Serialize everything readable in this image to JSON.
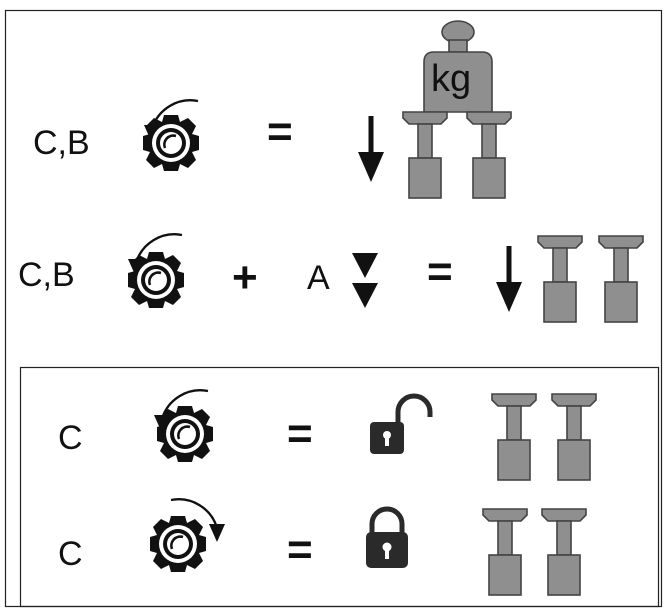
{
  "row1": {
    "label": "C,B",
    "equals": "="
  },
  "row2": {
    "label_left": "C,B",
    "plus": "+",
    "label_a": "A",
    "equals": "="
  },
  "weight": {
    "unit": "kg"
  },
  "panel": {
    "row1": {
      "label": "C",
      "equals": "="
    },
    "row2": {
      "label": "C",
      "equals": "="
    }
  },
  "colors": {
    "gray_fill": "#8f8f8f",
    "gray_dark": "#5a5a5a",
    "ink": "#111111",
    "lock_fill": "#2a2a2a"
  }
}
